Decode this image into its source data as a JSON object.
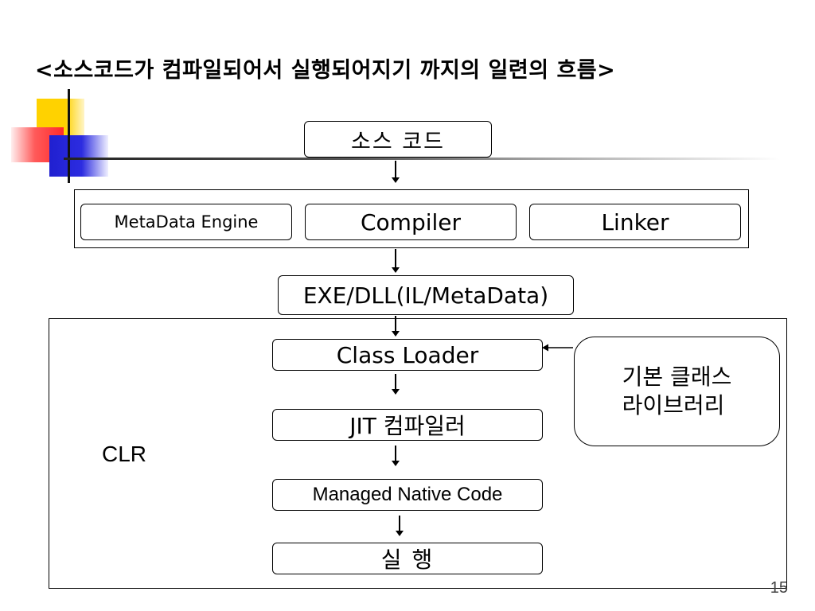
{
  "slide": {
    "title": "<소스코드가 컴파일되어서 실행되어지기 까지의 일련의 흐름>",
    "page_number": "15"
  },
  "nodes": {
    "source_code": "소스 코드",
    "metadata_engine": "MetaData Engine",
    "compiler": "Compiler",
    "linker": "Linker",
    "exe_dll": "EXE/DLL(IL/MetaData)",
    "class_loader": "Class Loader",
    "jit_compiler": "JIT 컴파일러",
    "managed_native_code": "Managed Native Code",
    "execution": "실 행",
    "base_class_library": "기본 클래스\n라이브러리",
    "clr": "CLR"
  }
}
